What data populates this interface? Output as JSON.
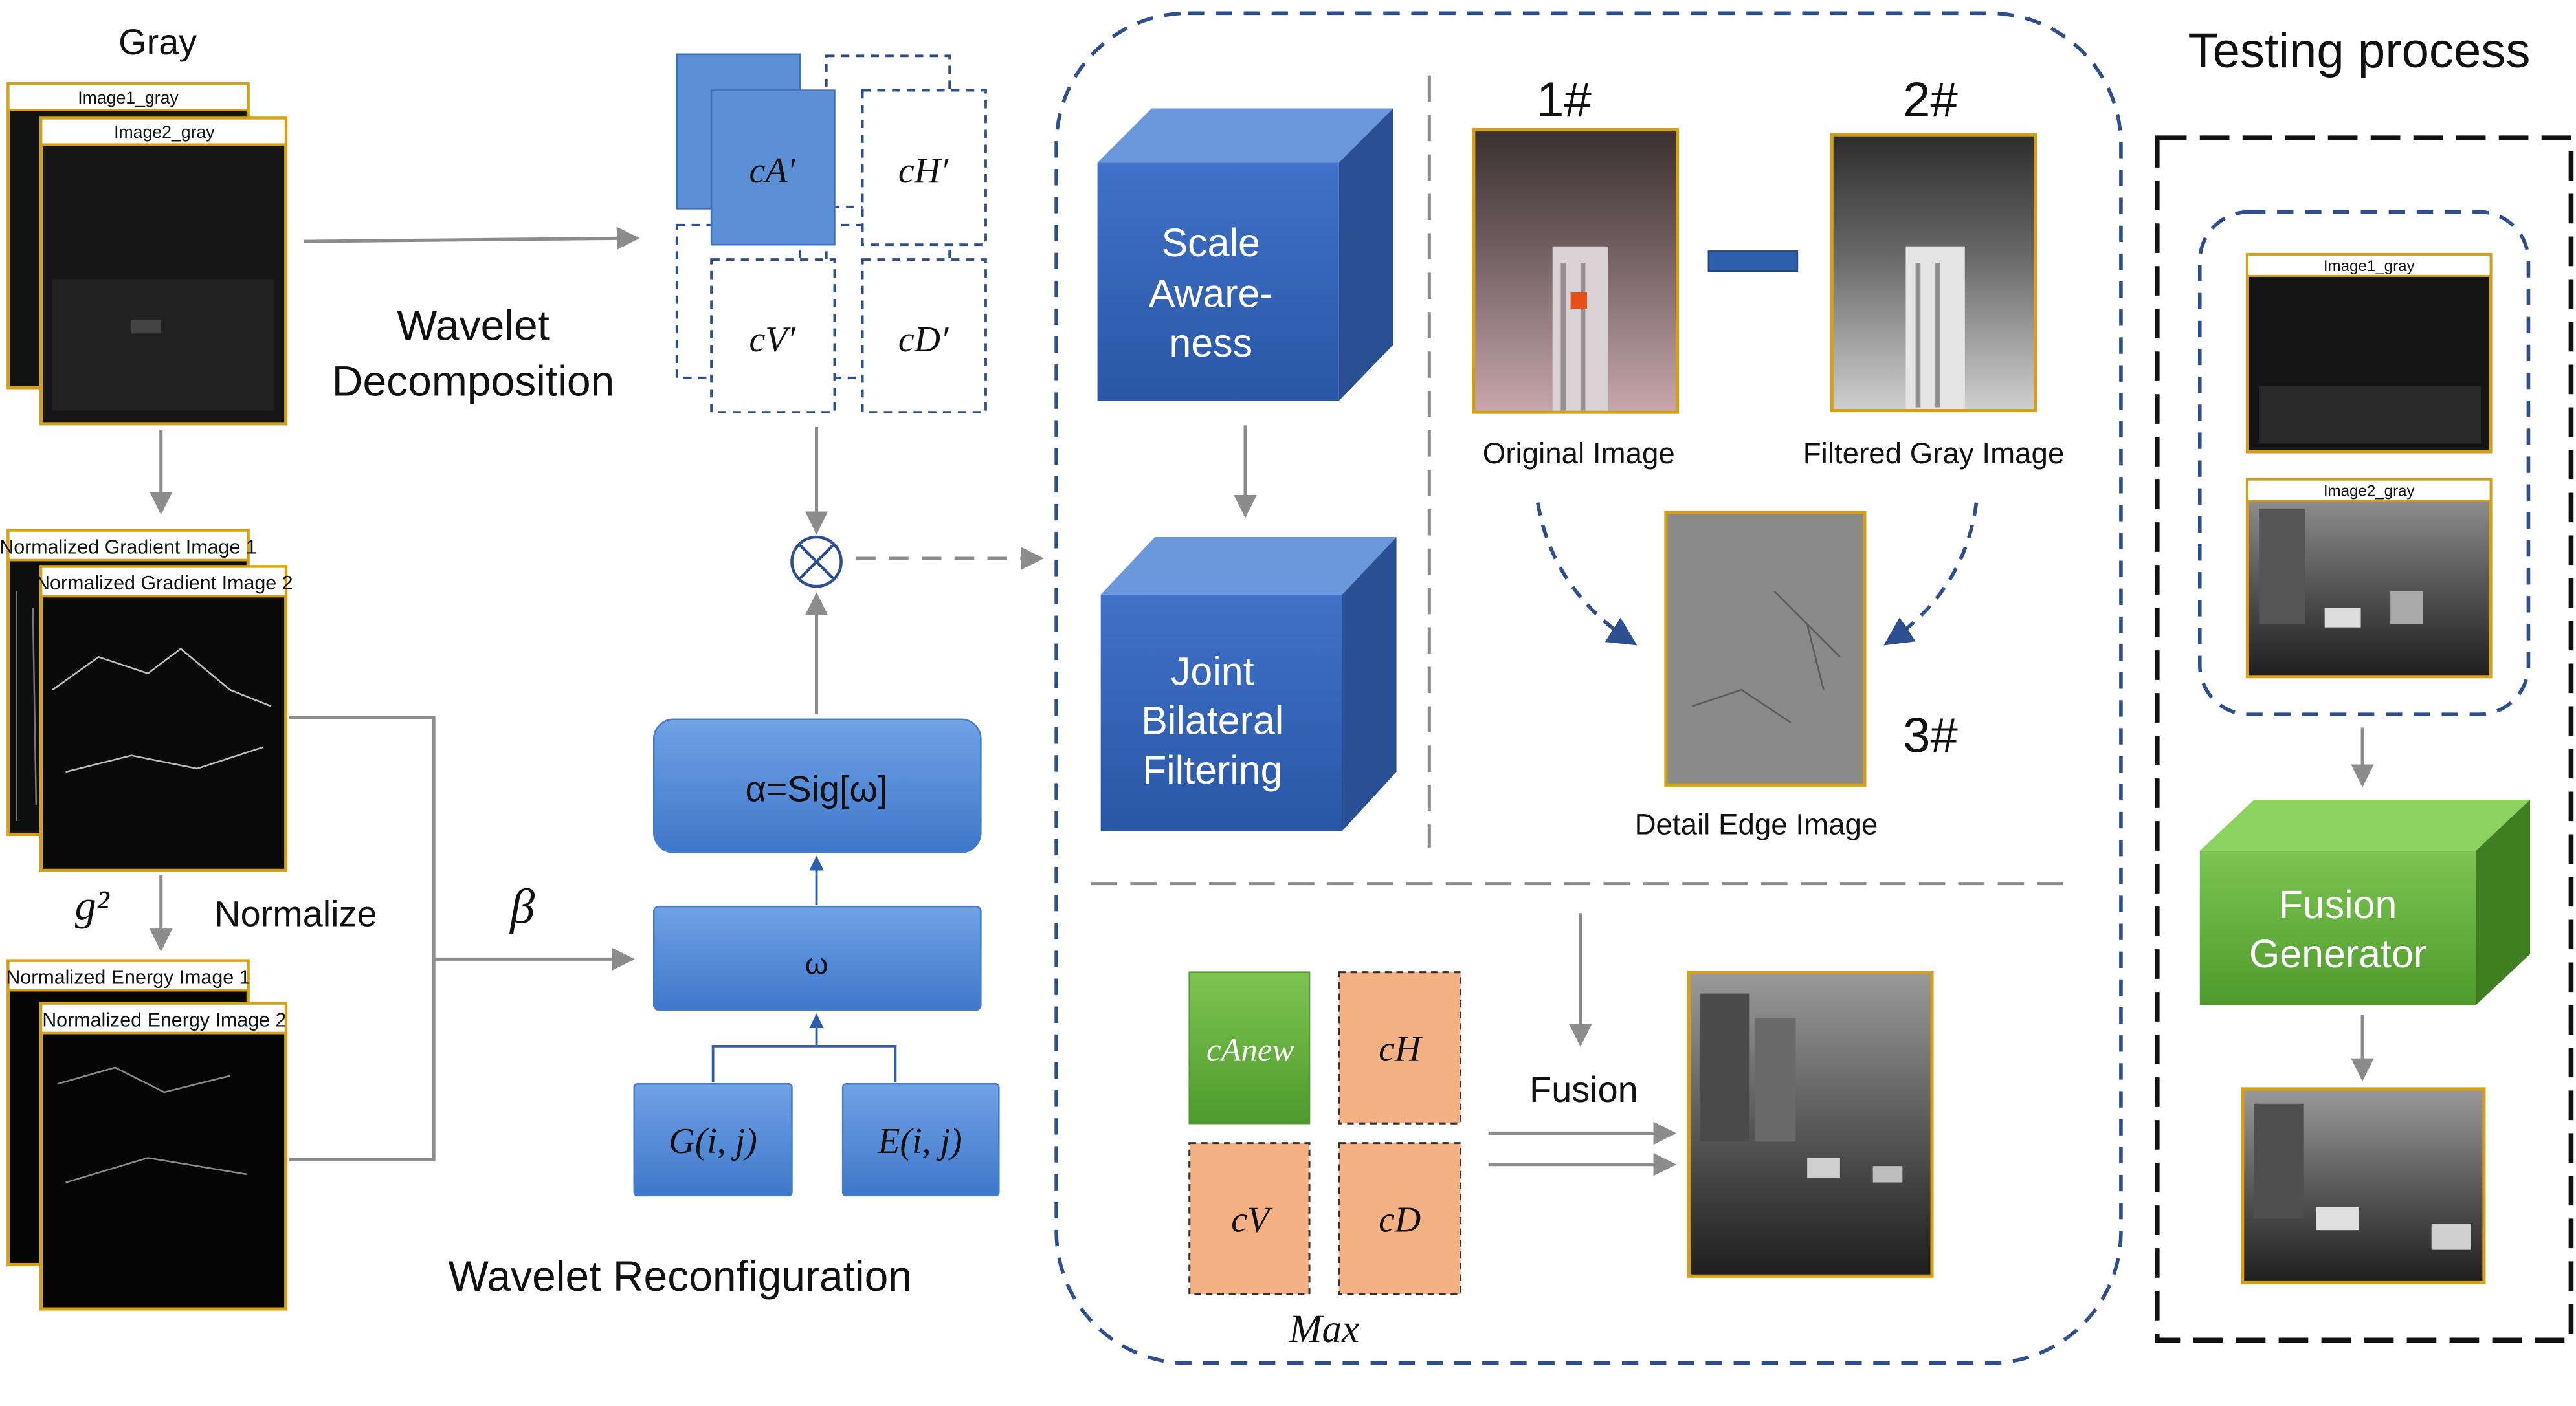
{
  "colors": {
    "photo_border": "#d4a017",
    "blue_block": "#5b8fd6",
    "blue_dark": "#2e5fae",
    "dashed_blue": "#2d4f8f",
    "green": "#6abd45",
    "orange": "#f4b183",
    "arrow_gray": "#8c8c8c"
  },
  "left": {
    "gray_title": "Gray",
    "image1_gray": "Image1_gray",
    "image2_gray": "Image2_gray",
    "grad1": "Normalized Gradient Image 1",
    "grad2": "Normalized Gradient Image 2",
    "g2": "g²",
    "normalize": "Normalize",
    "energy1": "Normalized Energy Image 1",
    "energy2": "Normalized Energy Image 2"
  },
  "middle": {
    "wavelet_decomposition_line1": "Wavelet",
    "wavelet_decomposition_line2": "Decomposition",
    "cA": "cA′",
    "cH": "cH′",
    "cV": "cV′",
    "cD": "cD′",
    "beta": "β",
    "alpha_box": "α=Sig[ω]",
    "omega_box": "ω",
    "G_box": "G(i, j)",
    "E_box": "E(i, j)",
    "wavelet_reconfiguration": "Wavelet Reconfiguration"
  },
  "enhance": {
    "scale_line1": "Scale",
    "scale_line2": "Aware-",
    "scale_line3": "ness",
    "jbf_line1": "Joint",
    "jbf_line2": "Bilateral",
    "jbf_line3": "Filtering",
    "num1": "1#",
    "num2": "2#",
    "num3": "3#",
    "original_image": "Original Image",
    "filtered_gray_image": "Filtered Gray Image",
    "detail_edge_image": "Detail Edge Image",
    "cAnew": "cAnew",
    "cH": "cH",
    "cV": "cV",
    "cD": "cD",
    "max": "Max",
    "fusion": "Fusion"
  },
  "testing": {
    "title": "Testing process",
    "image1_gray": "Image1_gray",
    "image2_gray": "Image2_gray",
    "generator_line1": "Fusion",
    "generator_line2": "Generator"
  }
}
